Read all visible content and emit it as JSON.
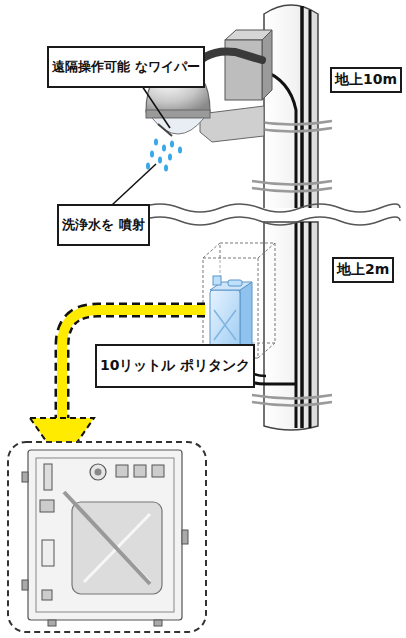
{
  "diagram": {
    "nodes": [
      {
        "text": [
          "遠隔操作可能 なワイパー"
        ]
      },
      {
        "text": [
          "地上10m"
        ]
      },
      {
        "text": [
          "洗浄水を 噴射"
        ]
      },
      {
        "text": [
          "地上2m"
        ]
      },
      {
        "text": [
          "10リットル ポリタンク"
        ]
      }
    ]
  }
}
